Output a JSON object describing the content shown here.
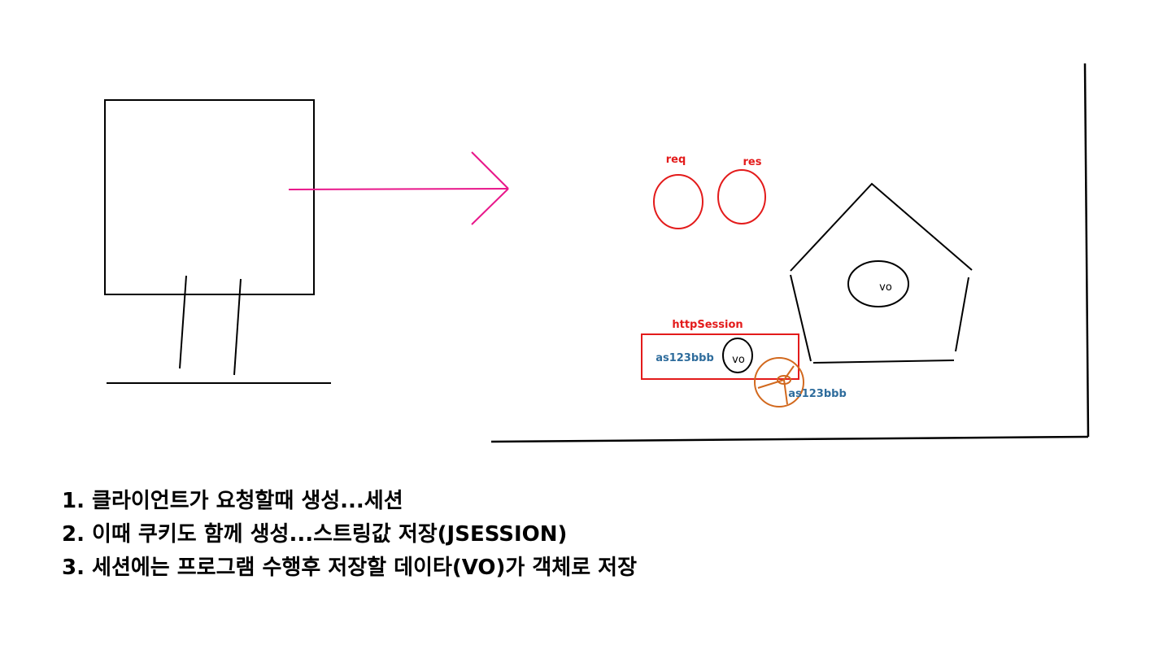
{
  "labels": {
    "req": "req",
    "res": "res",
    "vo_server": "vo",
    "http_session": "httpSession",
    "session_id": "as123bbb",
    "vo_session": "vo",
    "cookie_id": "as123bbb"
  },
  "notes": [
    "1. 클라이언트가 요청할때 생성...세션",
    "2. 이때 쿠키도 함께 생성...스트링값 저장(JSESSION)",
    "3. 세션에는 프로그램 수행후 저장할 데이타(VO)가 객체로 저장"
  ],
  "colors": {
    "ink": "#000000",
    "request": "#e8168a",
    "session": "#e31b1b",
    "id_text": "#2e6c9c",
    "cookie": "#d2691e"
  }
}
